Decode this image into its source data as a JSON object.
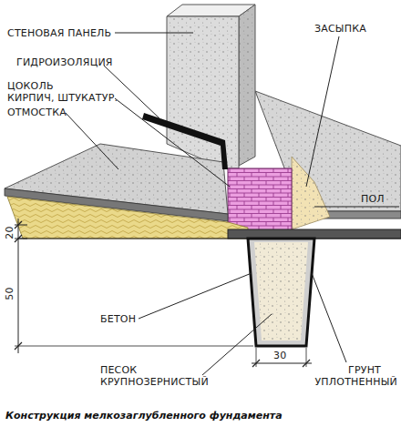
{
  "diagram": {
    "caption": "Конструкция мелкозаглубленного фундамента",
    "labels": [
      "СТЕНОВАЯ ПАНЕЛЬ",
      "ГИДРОИЗОЛЯЦИЯ",
      "ЦОКОЛЬ",
      "КИРПИЧ, ШТУКАТУР.",
      "ОТМОСТКА",
      "ЗАСЫПКА",
      "ПОЛ",
      "20",
      "50",
      "30",
      "БЕТОН",
      "ПЕСОК",
      "КРУПНОЗЕРНИСТЫЙ",
      "ГРУНТ",
      "УПЛОТНЕННЫЙ"
    ]
  }
}
